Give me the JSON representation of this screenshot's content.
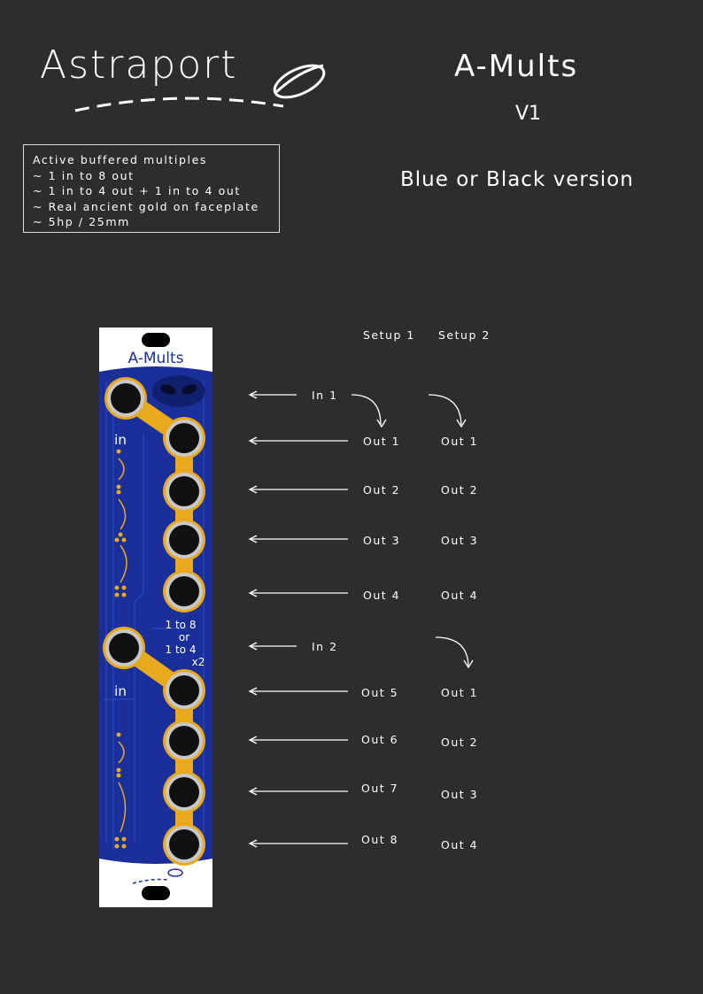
{
  "header": {
    "brand": "Astraport",
    "title": "A-Mults",
    "version": "V1",
    "variant": "Blue or Black version"
  },
  "features": [
    "Active buffered multiples",
    "~ 1 in to 8 out",
    "~ 1 in to 4 out + 1 in to 4 out",
    "~ Real ancient gold on faceplate",
    "~ 5hp / 25mm"
  ],
  "panel": {
    "name": "A-Mults",
    "in_label": "in",
    "mode_lines": [
      "1 to 8",
      "or",
      "1 to 4",
      "x2"
    ],
    "colors": {
      "face": "#1b2f9a",
      "gold": "#e8a91c",
      "jack": "#111111",
      "ring": "#c8c8c8"
    }
  },
  "setups": {
    "setup1_label": "Setup 1",
    "setup2_label": "Setup 2",
    "setup1": [
      "In 1",
      "Out 1",
      "Out 2",
      "Out 3",
      "Out 4",
      "In 2",
      "Out 5",
      "Out 6",
      "Out 7",
      "Out 8"
    ],
    "setup2": [
      "Out 1",
      "Out 2",
      "Out 3",
      "Out 4",
      "Out 1",
      "Out 2",
      "Out 3",
      "Out 4"
    ]
  }
}
